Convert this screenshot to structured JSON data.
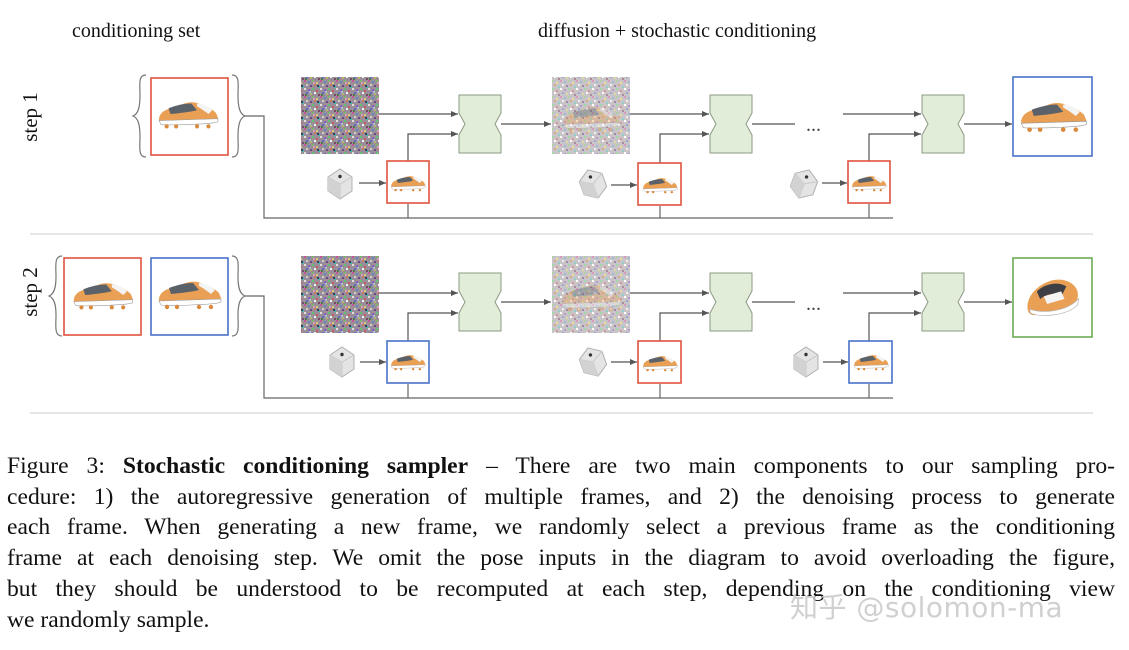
{
  "figure": {
    "headers": {
      "left": "conditioning set",
      "right": "diffusion + stochastic conditioning"
    },
    "rows": [
      {
        "label": "step 1",
        "conditioning_frames": [
          "red"
        ],
        "sampled_frames": [
          "red",
          "red",
          "red"
        ],
        "output_frame": "blue"
      },
      {
        "label": "step 2",
        "conditioning_frames": [
          "red",
          "blue"
        ],
        "sampled_frames": [
          "blue",
          "red",
          "blue"
        ],
        "output_frame": "green"
      }
    ],
    "ellipsis": "...",
    "colors": {
      "red": "#e0533f",
      "blue": "#4a72c8",
      "green": "#6aab55",
      "denoiser_fill": "#e2edd9",
      "denoiser_stroke": "#8b9a84",
      "arrow": "#555555"
    }
  },
  "caption": {
    "label": "Figure 3:",
    "title": "Stochastic conditioning sampler",
    "lines": [
      " – There are two main components to our sampling pro-",
      "cedure: 1) the autoregressive generation of multiple frames, and 2) the denoising process to generate",
      "each frame. When generating a new frame, we randomly select a previous frame as the conditioning",
      "frame at each denoising step. We omit the pose inputs in the diagram to avoid overloading the figure,",
      "but they should be understood to be recomputed at each step, depending on the conditioning view",
      "we randomly sample."
    ]
  },
  "watermark": "知乎 @solomon-ma"
}
